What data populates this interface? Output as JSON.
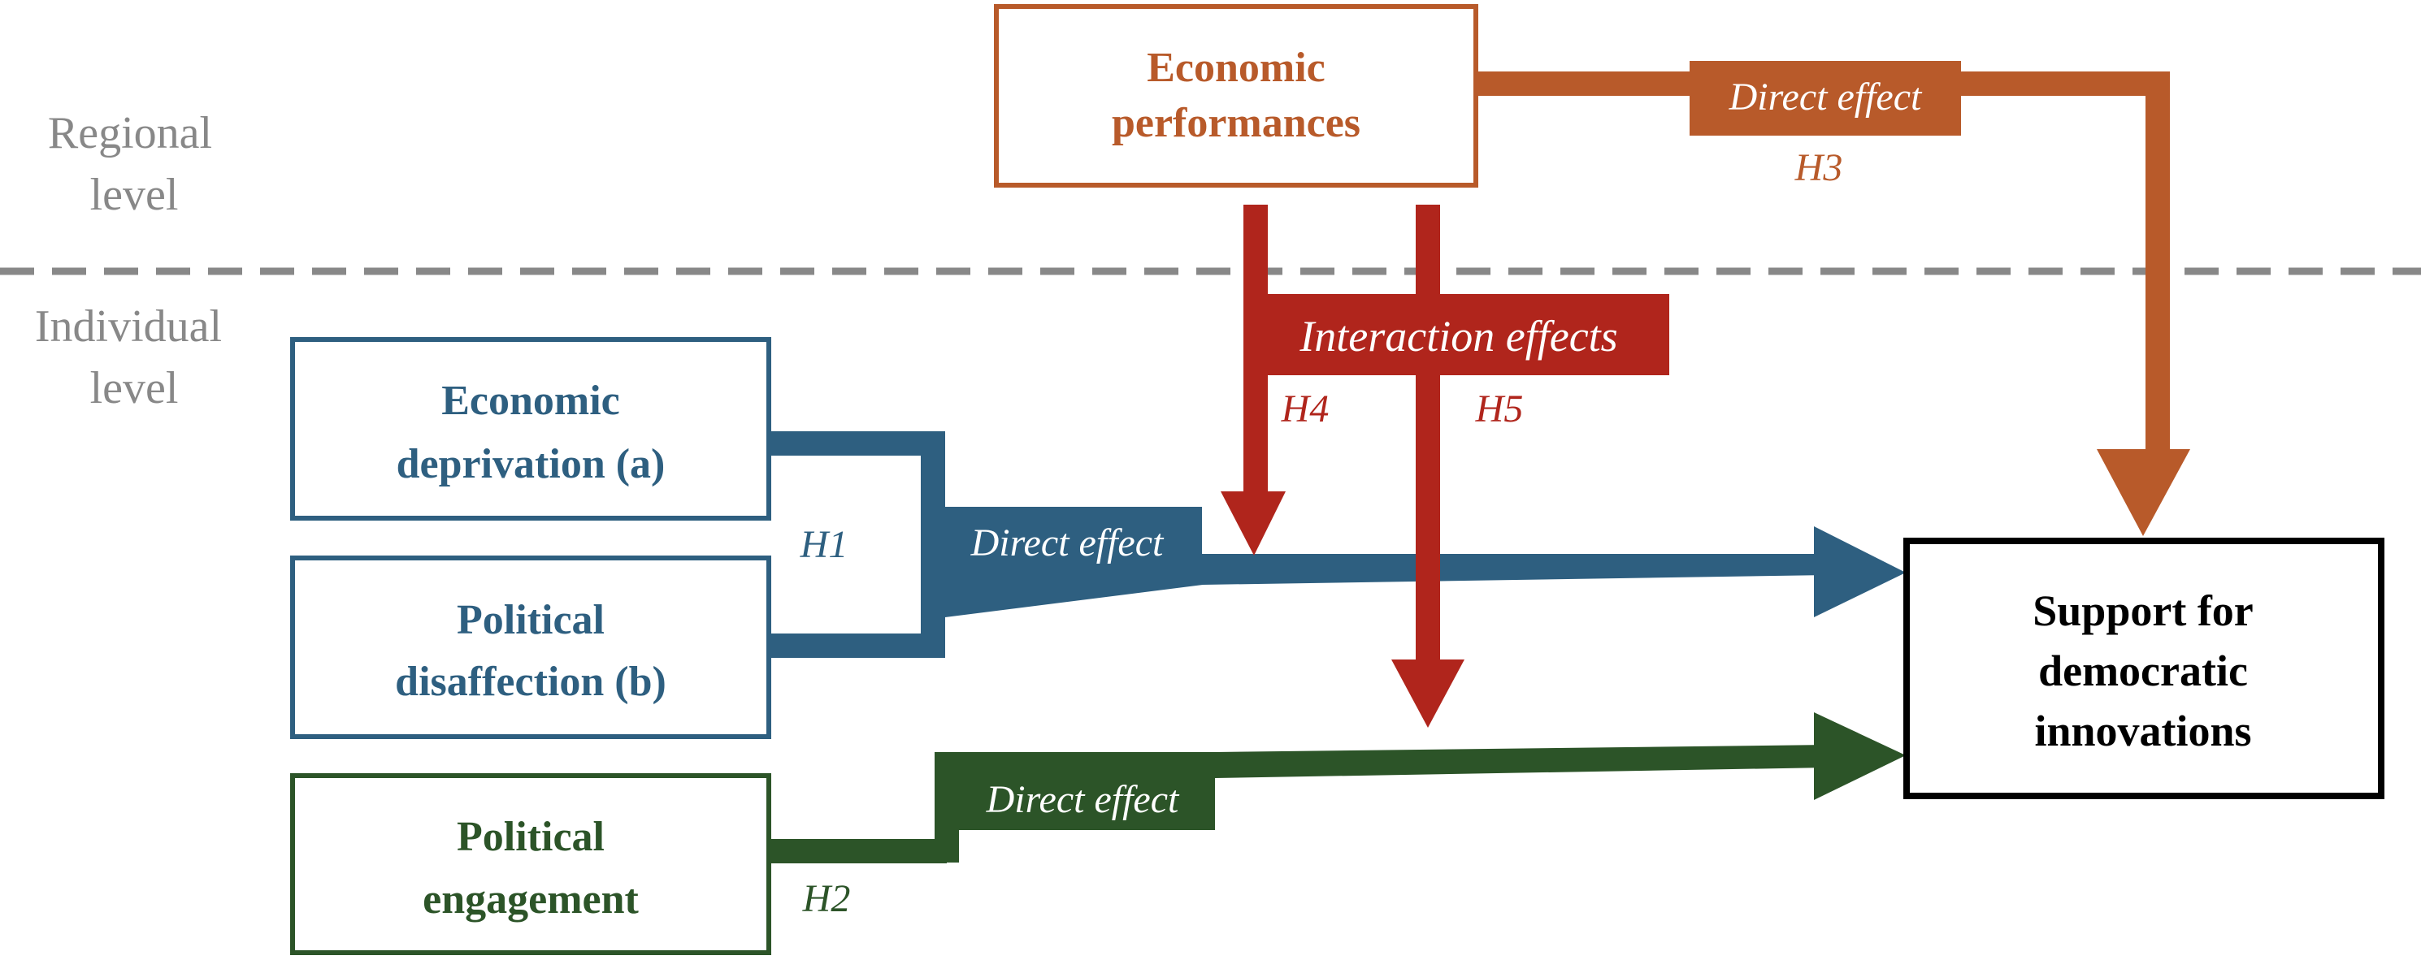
{
  "levels": {
    "regional": [
      "Regional",
      "level"
    ],
    "individual": [
      "Individual",
      "level"
    ]
  },
  "boxes": {
    "economic_performances": [
      "Economic",
      "performances"
    ],
    "economic_deprivation": [
      "Economic",
      "deprivation (a)"
    ],
    "political_disaffection": [
      "Political",
      "disaffection (b)"
    ],
    "political_engagement": [
      "Political",
      "engagement"
    ],
    "support": [
      "Support for",
      "democratic",
      "innovations"
    ]
  },
  "labels": {
    "direct_effect_h3": "Direct effect",
    "direct_effect_h1": "Direct effect",
    "direct_effect_h2": "Direct effect",
    "interaction_effects": "Interaction effects"
  },
  "hypotheses": {
    "h1": "H1",
    "h2": "H2",
    "h3": "H3",
    "h4": "H4",
    "h5": "H5"
  },
  "colors": {
    "orange": "#b85a2a",
    "blue": "#2e5f80",
    "green": "#2c5428",
    "red": "#b0251c",
    "grey": "#888888",
    "black": "#000000"
  }
}
